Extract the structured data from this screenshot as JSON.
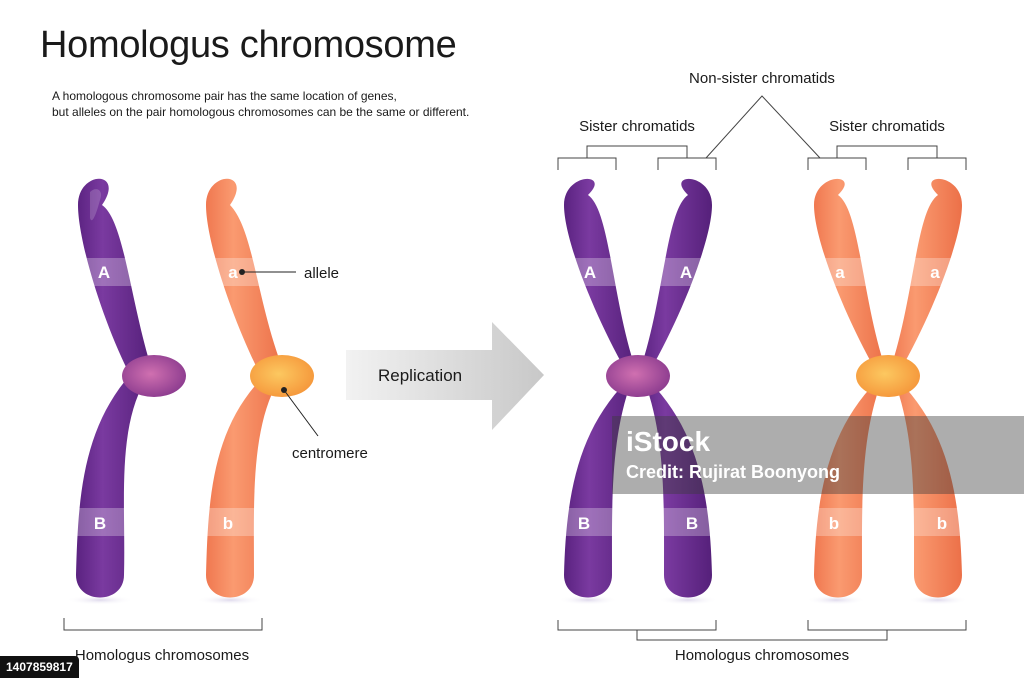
{
  "header": {
    "title": "Homologus chromosome",
    "description_line1": "A homologous chromosome pair has the same location of genes,",
    "description_line2": "but alleles on the pair homologous chromosomes can be the same or different."
  },
  "left_pair": {
    "purple": {
      "top_allele": "A",
      "bottom_allele": "B"
    },
    "orange": {
      "top_allele": "a",
      "bottom_allele": "b"
    },
    "allele_label": "allele",
    "centromere_label": "centromere",
    "group_label": "Homologus chromosomes"
  },
  "arrow": {
    "label": "Replication"
  },
  "right_pair": {
    "purple": {
      "top_left": "A",
      "top_right": "A",
      "bottom_left": "B",
      "bottom_right": "B"
    },
    "orange": {
      "top_left": "a",
      "top_right": "a",
      "bottom_left": "b",
      "bottom_right": "b"
    },
    "sister_left_label": "Sister chromatids",
    "sister_right_label": "Sister chromatids",
    "non_sister_label": "Non-sister chromatids",
    "group_label": "Homologus chromosomes"
  },
  "colors": {
    "purple": "#6a2d8e",
    "orange": "#f4845a",
    "purple_centromere": "#b8509e",
    "orange_centromere": "#f9b04a"
  },
  "watermark": {
    "logo": "iStock",
    "credit": "Credit: Rujirat Boonyong",
    "stock_id": "1407859817"
  }
}
